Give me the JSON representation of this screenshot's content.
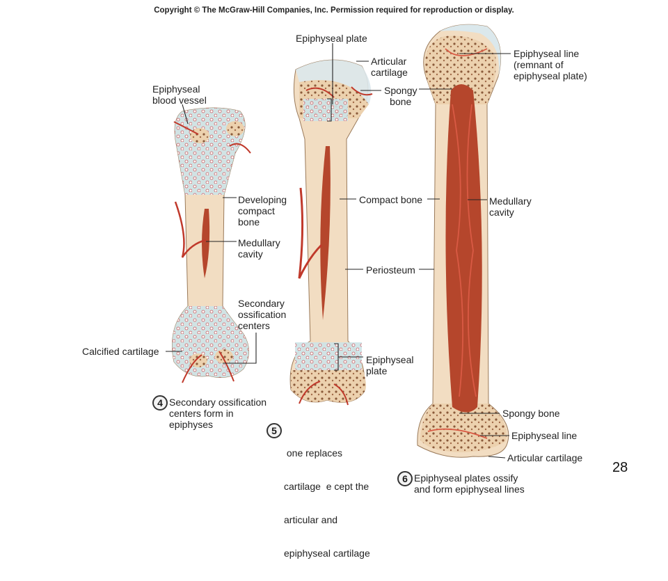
{
  "copyright": "Copyright © The McGraw-Hill Companies, Inc. Permission required for reproduction or display.",
  "page_number": "28",
  "colors": {
    "cartilage": "#cfe6ea",
    "bone": "#f2dcc0",
    "marrow": "#b5462c",
    "vessel": "#c0392b",
    "spongy": "#e9c9a4"
  },
  "labels": {
    "epiphyseal_blood_vessel": [
      "Epiphyseal",
      "blood vessel"
    ],
    "developing_compact_bone": [
      "Developing",
      "compact",
      "bone"
    ],
    "medullary_cavity_4": [
      "Medullary",
      "cavity"
    ],
    "secondary_ossification_centers": [
      "Secondary",
      "ossification",
      "centers"
    ],
    "calcified_cartilage": "Calcified cartilage",
    "epiphyseal_plate_top": "Epiphyseal plate",
    "articular_cartilage_5": [
      "Articular",
      "cartilage"
    ],
    "spongy_bone_5": [
      "Spongy",
      "bone"
    ],
    "compact_bone": "Compact bone",
    "periosteum": "Periosteum",
    "epiphyseal_plate_bottom": [
      "Epiphyseal",
      "plate"
    ],
    "epiphyseal_line_top": [
      "Epiphyseal line",
      "(remnant of",
      "epiphyseal plate)"
    ],
    "medullary_cavity_6": [
      "Medullary",
      "cavity"
    ],
    "spongy_bone_6": "Spongy bone",
    "epiphyseal_line_bottom": "Epiphyseal line",
    "articular_cartilage_6": "Articular cartilage"
  },
  "steps": [
    {
      "number": "4",
      "lines": [
        "Secondary ossification",
        "centers form in",
        "epiphyses"
      ]
    },
    {
      "number": "5",
      "lines": [
        " one replaces",
        "cartilage  e cept the",
        "articular and",
        "epiphyseal cartilage"
      ]
    },
    {
      "number": "6",
      "lines": [
        "Epiphyseal plates ossify",
        "and form epiphyseal lines"
      ]
    }
  ]
}
